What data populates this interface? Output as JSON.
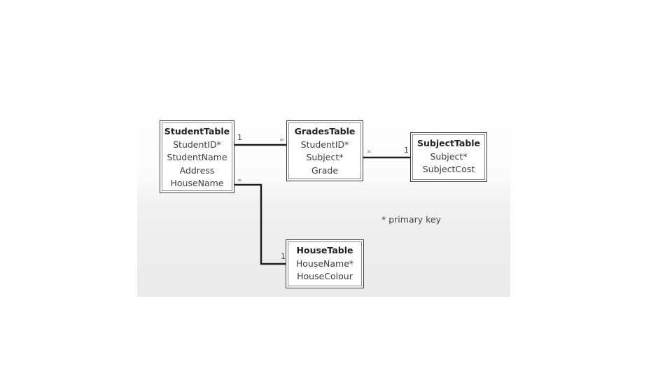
{
  "tables": [
    {
      "id": "student",
      "title": "StudentTable",
      "fields": [
        "StudentID*",
        "StudentName",
        "Address",
        "HouseName"
      ]
    },
    {
      "id": "grades",
      "title": "GradesTable",
      "fields": [
        "StudentID*",
        "Subject*",
        "Grade"
      ]
    },
    {
      "id": "subject",
      "title": "SubjectTable",
      "fields": [
        "Subject*",
        "SubjectCost"
      ]
    },
    {
      "id": "house",
      "title": "HouseTable",
      "fields": [
        "HouseName*",
        "HouseColour"
      ]
    }
  ],
  "relationships": [
    {
      "from": "StudentTable",
      "from_card": "1",
      "to": "GradesTable",
      "to_card": "∞"
    },
    {
      "from": "GradesTable",
      "from_card": "∞",
      "to": "SubjectTable",
      "to_card": "1"
    },
    {
      "from": "StudentTable",
      "from_card": "∞",
      "to": "HouseTable",
      "to_card": "1"
    }
  ],
  "legend": "* primary key",
  "colors": {
    "line": "#1e1e1e",
    "border": "#3a3a3a"
  }
}
